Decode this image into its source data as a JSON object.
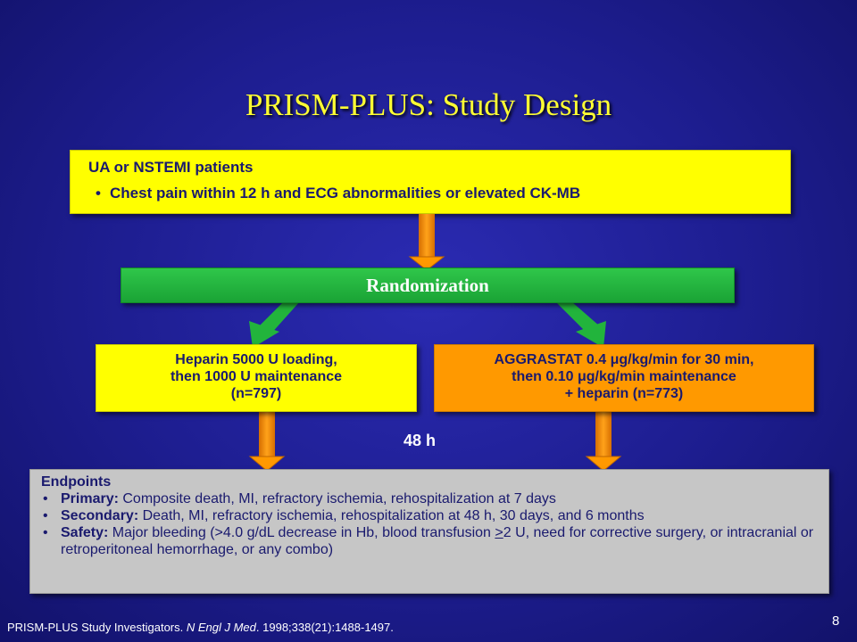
{
  "title": "PRISM-PLUS: Study Design",
  "patients": {
    "heading": "UA or NSTEMI patients",
    "bullet": "Chest pain within 12 h and ECG abnormalities or elevated CK-MB"
  },
  "randomization": "Randomization",
  "arms": [
    {
      "line1": "Heparin 5000 U loading,",
      "line2": "then 1000 U maintenance",
      "line3": "(n=797)",
      "color": "#ffff00"
    },
    {
      "line1": "AGGRASTAT 0.4 μg/kg/min for 30 min,",
      "line2": "then 0.10 μg/kg/min maintenance",
      "line3": "+ heparin (n=773)",
      "color": "#ff9900"
    }
  ],
  "duration": "48 h",
  "endpoints": {
    "heading": "Endpoints",
    "items": [
      {
        "label": "Primary:",
        "text": " Composite death, MI, refractory ischemia, rehospitalization at 7 days"
      },
      {
        "label": "Secondary:",
        "text": " Death, MI, refractory ischemia, rehospitalization at 48 h, 30 days, and 6 months"
      },
      {
        "label": "Safety:",
        "text_a": " Major bleeding (>4.0 g/dL decrease in Hb, blood transfusion ",
        "underlined": ">",
        "text_b": "2 U, need for corrective surgery, or intracranial or retroperitoneal hemorrhage, or any combo)"
      }
    ]
  },
  "citation": {
    "authors": "PRISM-PLUS Study Investigators. ",
    "journal": "N Engl J Med",
    "details": ". 1998;338(21):1488-1497."
  },
  "page_number": "8",
  "colors": {
    "background": "#1d1d8f",
    "title": "#ffff33",
    "green": "#22b43c",
    "orange": "#ff9900",
    "yellow": "#ffff00",
    "grey": "#c6c6c6"
  }
}
